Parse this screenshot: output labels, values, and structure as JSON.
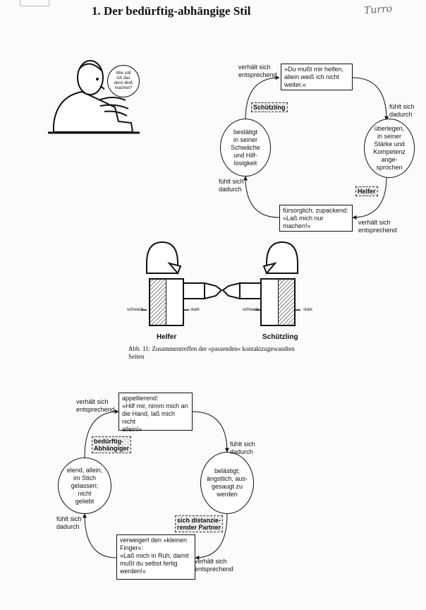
{
  "page": {
    "heading": "1. Der bedürftig-abhängige Stil",
    "handwritten_note": "Turro"
  },
  "cartoon": {
    "speech": "Wie soll\nich das\ndenn bloß\nmachen?"
  },
  "cycle1": {
    "top_box": "»Du mußt mir helfen,\nallein weiß ich nicht\nweiter.«",
    "bottom_box": "fürsorglich, zupackend:\n»Laß mich nur\nmachen!«",
    "right_circle": "überlegen,\nin seiner\nStärke und\nKompetenz\nange-\nsprochen",
    "left_circle": "bestätigt\nin seiner\nSchwäche\nund Hilf-\nlosigkeit",
    "tag_left": "Schützling",
    "tag_right": "Helfer",
    "label_top_left": "verhält sich\nentsprechend",
    "label_right": "fühlt sich\ndadurch",
    "label_bottom_right": "verhält sich\nentsprechend",
    "label_left": "fühlt sich\ndadurch"
  },
  "figure": {
    "left_name": "Helfer",
    "right_name": "Schützling",
    "weak": "schwach",
    "strong": "stark",
    "caption": "Abb. 11: Zusammentreffen der »passenden« kontaktzugewandten\nSeiten"
  },
  "cycle2": {
    "top_box": "appellierend:\n»Hilf mir, nimm mich an\ndie Hand, laß mich nicht\nallein!«",
    "bottom_box": "verweigert den »kleinen\nFinger«:\n»Laß mich in Ruh, damit\nmußt du selbst fertig\nwerden!«",
    "right_circle": "belästigt;\nängstlich, aus-\ngesaugt zu\nwerden",
    "left_circle": "elend, allein,\nim Stich\ngelassen;\nnicht\ngeliebt",
    "tag_left": "bedürftig-\nAbhängiger",
    "tag_right": "sich distanzie-\nrender Partner",
    "label_top_left": "verhält sich\nentsprechend",
    "label_right": "fühlt sich\ndadurch",
    "label_bottom_right": "verhält sich\nentsprechend",
    "label_left": "fühlt sich\ndadurch"
  }
}
